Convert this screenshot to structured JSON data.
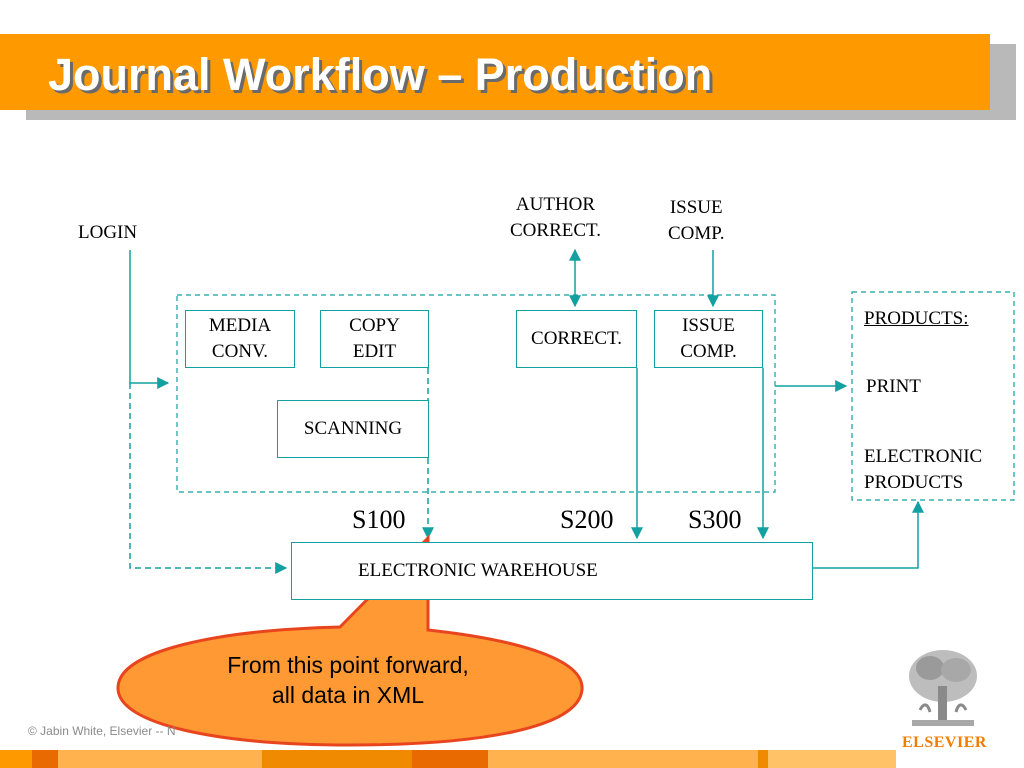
{
  "slide": {
    "title": "Journal Workflow – Production"
  },
  "diagram": {
    "login": "LOGIN",
    "author_correct": "AUTHOR\nCORRECT.",
    "issue_comp_top": "ISSUE\nCOMP.",
    "boxes": {
      "media_conv": "MEDIA\nCONV.",
      "copy_edit": "COPY\nEDIT",
      "correct": "CORRECT.",
      "issue_comp": "ISSUE\nCOMP.",
      "scanning": "SCANNING",
      "warehouse": "ELECTRONIC WAREHOUSE"
    },
    "steps": {
      "s100": "S100",
      "s200": "S200",
      "s300": "S300"
    },
    "products": {
      "heading": "PRODUCTS:",
      "print": "PRINT",
      "electronic": "ELECTRONIC\nPRODUCTS"
    }
  },
  "callout": {
    "text": "From this point forward,\nall data in XML"
  },
  "footer": {
    "text": "© Jabin White, Elsevier  -- N",
    "logo_text": "ELSEVIER"
  },
  "colors": {
    "accent": "#ff9900",
    "connector": "#12a0a0",
    "callout_fill": "#ff9933",
    "callout_stroke": "#e8451f"
  }
}
